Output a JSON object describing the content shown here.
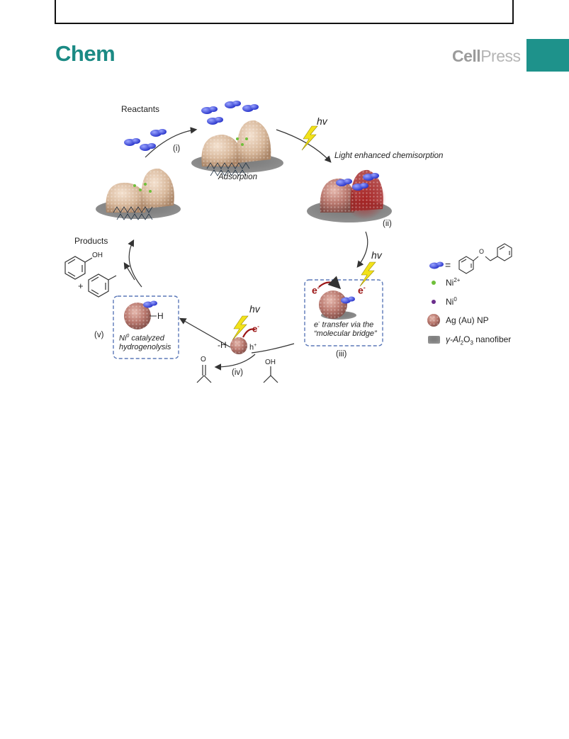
{
  "header": {
    "journal": "Chem",
    "publisher_part1": "Cell",
    "publisher_part2": "Press",
    "colors": {
      "brand": "#1b8a84",
      "tab": "#1e928b"
    }
  },
  "figure": {
    "reactants": "Reactants",
    "products": "Products",
    "adsorption": "Adsorption",
    "light_chemisorption": "Light enhanced chemisorption",
    "hv": "hv",
    "step_i": "(i)",
    "step_ii": "(ii)",
    "step_iii": "(iii)",
    "step_iv": "(iv)",
    "step_v": "(v)",
    "electron": "e",
    "minus": "-",
    "hole": "h",
    "plus": "+",
    "h_label": "H",
    "minus_h": "-H",
    "oh": "OH",
    "o": "O",
    "iii_line1_a": "e",
    "iii_line1_sup": "-",
    "iii_line1_b": " transfer via the",
    "iii_line2": "“molecular bridge”",
    "v_line1_a": "Ni",
    "v_line1_sup": "0",
    "v_line1_b": " catalyzed",
    "v_line2": "hydrogenolysis"
  },
  "legend": {
    "equals": "=",
    "ni2_a": "Ni",
    "ni2_sup": "2+",
    "ni0_a": "Ni",
    "ni0_sup": "0",
    "np": "Ag (Au) NP",
    "fiber_a": "γ-Al",
    "fiber_sub1": "2",
    "fiber_b": "O",
    "fiber_sub2": "3",
    "fiber_c": " nanofiber",
    "o": "O"
  }
}
